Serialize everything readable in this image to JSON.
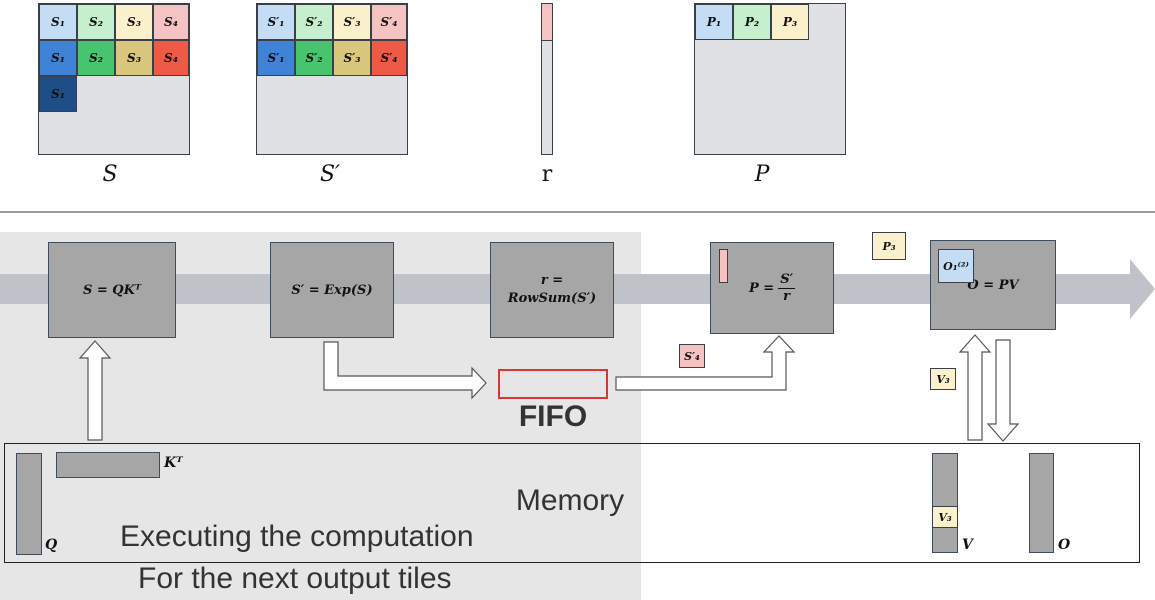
{
  "matrices": {
    "s": {
      "label": "S",
      "cells": [
        "S₁",
        "S₂",
        "S₃",
        "S₄",
        "S₁",
        "S₂",
        "S₃",
        "S₄",
        "S₁"
      ]
    },
    "s_prime": {
      "label": "S′",
      "cells": [
        "S′₁",
        "S′₂",
        "S′₃",
        "S′₄",
        "S′₁",
        "S′₂",
        "S′₃",
        "S′₄"
      ]
    },
    "r": {
      "label": "r"
    },
    "p": {
      "label": "P",
      "cells": [
        "P₁",
        "P₂",
        "P₃"
      ]
    }
  },
  "pipeline": {
    "box1": "S = QKᵀ",
    "box2": "S′ = Exp(S)",
    "box3_line1": "r =",
    "box3_line2": "RowSum(S′)",
    "box4_lhs": "P =",
    "box4_num": "S′",
    "box4_den": "r",
    "box5": "O = PV",
    "fifo_label": "FIFO"
  },
  "floating_tiles": {
    "p3": "P₃",
    "o1": "O₁⁽²⁾",
    "s4": "S′₄",
    "v3": "V₃",
    "v3_mem": "V₃"
  },
  "memory": {
    "label": "Memory",
    "q": "Q",
    "kt": "Kᵀ",
    "v": "V",
    "o": "O"
  },
  "captions": {
    "line1": "Executing the computation",
    "line2": "For the next output tiles"
  },
  "colors": {
    "light_blue": "#c5dcf5",
    "mid_blue": "#3f82d6",
    "dark_blue": "#1f4e86",
    "light_green": "#c6efce",
    "green": "#49c46e",
    "light_yellow": "#fbf2cd",
    "yellow": "#d9c77d",
    "light_red": "#f6c3c3",
    "red": "#ee5a45",
    "fifo_red": "#d93636",
    "box_gray": "#a6a6a6",
    "shade": "#e6e6e6"
  }
}
